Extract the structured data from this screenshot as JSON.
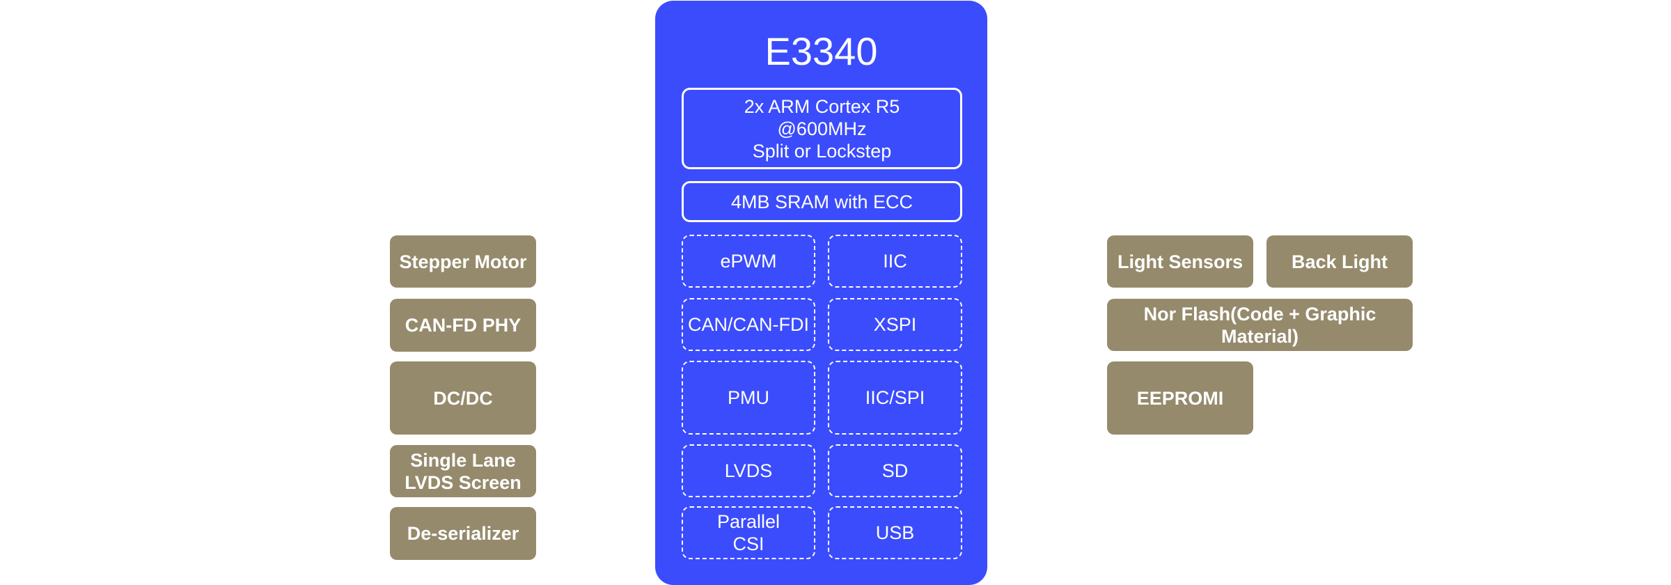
{
  "chip": {
    "title": "E3340",
    "cpu": "2x ARM Cortex R5\n@600MHz\nSplit or Lockstep",
    "sram": "4MB SRAM with ECC",
    "modules": [
      "ePWM",
      "IIC",
      "CAN/CAN-FDI",
      "XSPI",
      "PMU",
      "IIC/SPI",
      "LVDS",
      "SD",
      "Parallel\nCSI",
      "USB"
    ]
  },
  "left_peripherals": [
    "Stepper Motor",
    "CAN-FD PHY",
    "DC/DC",
    "Single Lane\nLVDS Screen",
    "De-serializer"
  ],
  "right_peripherals": [
    "Light Sensors",
    "Back Light",
    "Nor Flash(Code + Graphic\nMaterial)",
    "EEPROMI"
  ],
  "colors": {
    "chip": "#3b4cfd",
    "peripheral": "#958a6c",
    "text": "#ffffff"
  }
}
